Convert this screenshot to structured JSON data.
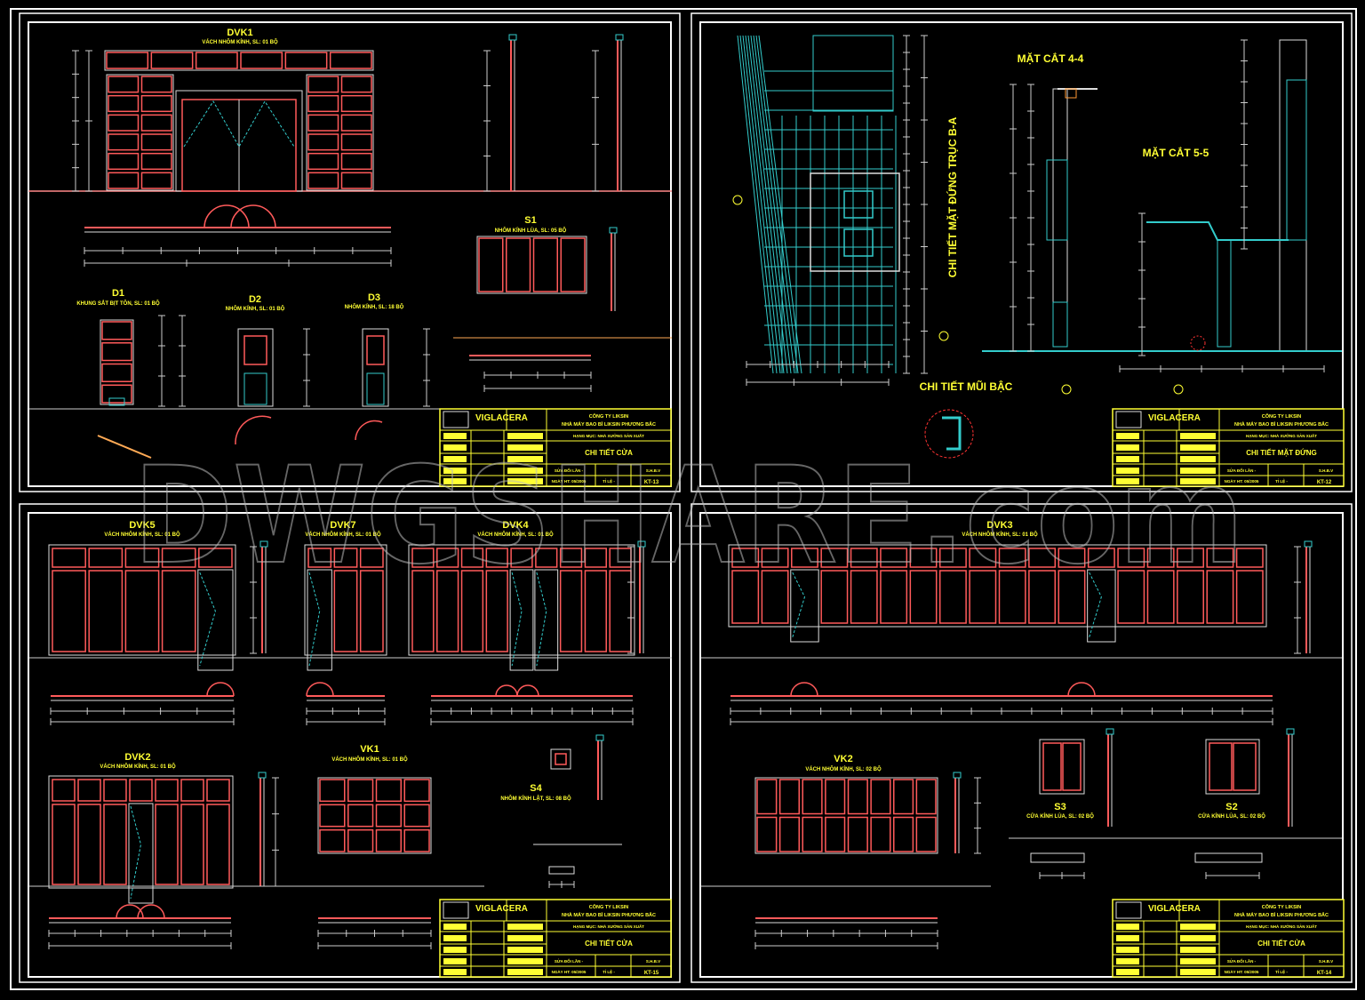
{
  "watermark": "DWGSHARE.com",
  "colors": {
    "background": "#000000",
    "frame": "#ffffff",
    "text": "#ffff33",
    "window_frame": "#ff5a5a",
    "section": "#33cccc",
    "dimension": "#cccccc"
  },
  "title_block": {
    "logo": "VIGLACERA",
    "company": "CÔNG TY LIKSIN",
    "project": "NHÀ MÁY BAO BÌ LIKSIN PHƯƠNG BẮC",
    "category": "HẠNG MỤC: NHÀ XƯỞNG SẢN XUẤT",
    "revision": "SỬA ĐỔI LẦN  -",
    "code": "S.H.B.V",
    "date": "NGÀY HT: 05/2005",
    "scale": "TỈ LỆ   -"
  },
  "sheets": [
    {
      "sheet_title": "CHI TIẾT CỬA",
      "sheet_no": "KT-13",
      "items": [
        {
          "code": "DVK1",
          "desc": "VÁCH NHÔM KÍNH, SL: 01 BỘ"
        },
        {
          "code": "S1",
          "desc": "NHÔM KÍNH LÙA, SL: 05 BỘ"
        },
        {
          "code": "D1",
          "desc": "KHUNG SẮT BỊT TÔN, SL: 01 BỘ"
        },
        {
          "code": "D2",
          "desc": "NHÔM KÍNH, SL: 01 BỘ"
        },
        {
          "code": "D3",
          "desc": "NHÔM KÍNH, SL: 18 BỘ"
        }
      ]
    },
    {
      "sheet_title": "CHI TIẾT MẶT ĐỨNG",
      "sheet_no": "KT-12",
      "labels": {
        "section_44": "MẶT CẮT 4-4",
        "section_55": "MẶT CẮT 5-5",
        "elevation": "CHI TIẾT MẶT ĐỨNG TRỤC B-A",
        "nosing": "CHI TIẾT MŨI BẬC"
      }
    },
    {
      "sheet_title": "CHI TIẾT CỬA",
      "sheet_no": "KT-15",
      "items": [
        {
          "code": "DVK5",
          "desc": "VÁCH NHÔM KÍNH, SL: 01 BỘ"
        },
        {
          "code": "DVK7",
          "desc": "VÁCH NHÔM KÍNH, SL: 01 BỘ"
        },
        {
          "code": "DVK4",
          "desc": "VÁCH NHÔM KÍNH, SL: 01 BỘ"
        },
        {
          "code": "DVK2",
          "desc": "VÁCH NHÔM KÍNH, SL: 01 BỘ"
        },
        {
          "code": "VK1",
          "desc": "VÁCH NHÔM KÍNH, SL: 01 BỘ"
        },
        {
          "code": "S4",
          "desc": "NHÔM KÍNH LẬT, SL: 08 BỘ"
        }
      ]
    },
    {
      "sheet_title": "CHI TIẾT CỬA",
      "sheet_no": "KT-14",
      "items": [
        {
          "code": "DVK3",
          "desc": "VÁCH NHÔM KÍNH, SL: 01 BỘ"
        },
        {
          "code": "VK2",
          "desc": "VÁCH NHÔM KÍNH, SL: 02 BỘ"
        },
        {
          "code": "S3",
          "desc": "CỬA KÍNH LÙA, SL: 02 BỘ"
        },
        {
          "code": "S2",
          "desc": "CỬA KÍNH LÙA, SL: 02 BỘ"
        }
      ]
    }
  ]
}
